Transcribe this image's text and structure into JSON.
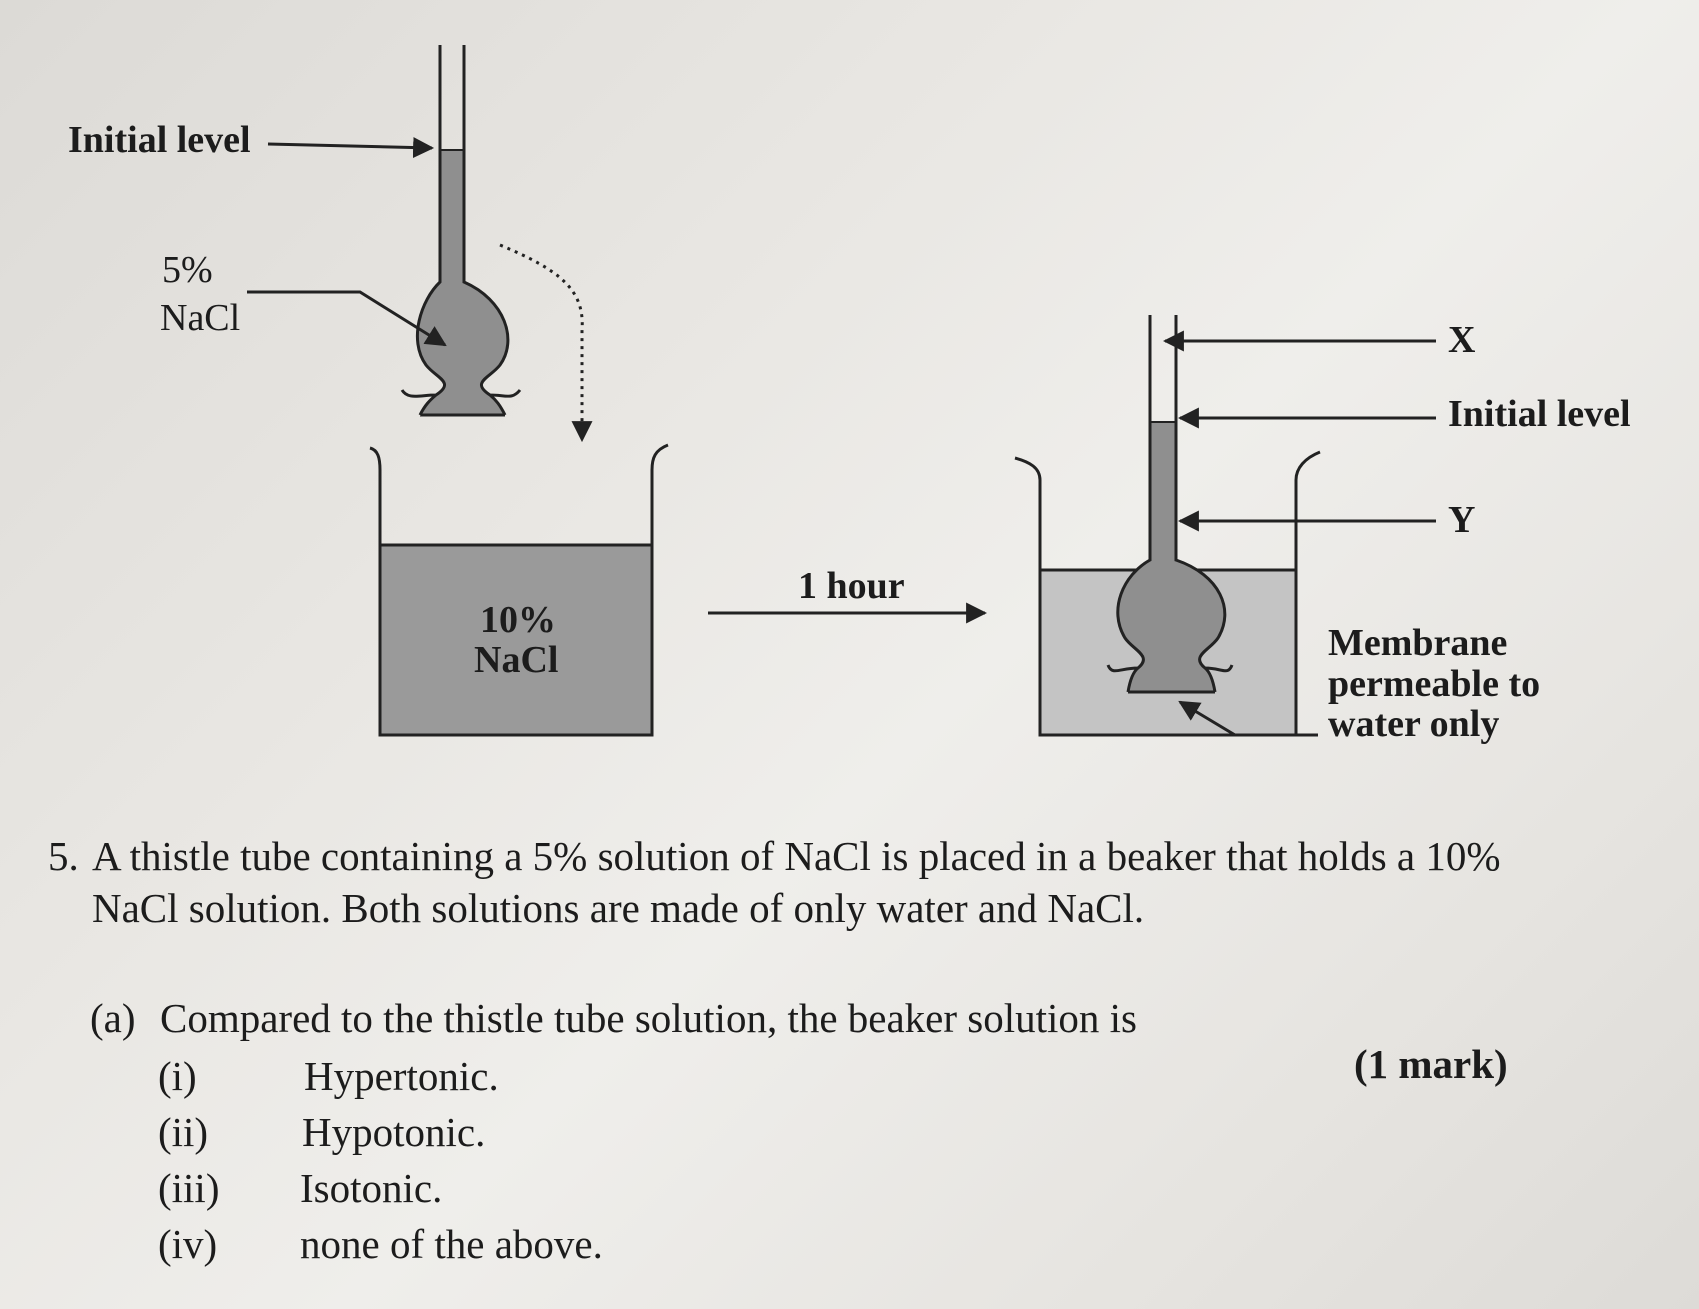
{
  "diagram": {
    "left": {
      "initial_level_label": "Initial level",
      "tube_solution_label_line1": "5%",
      "tube_solution_label_line2": "NaCl",
      "beaker_solution_label_line1": "10%",
      "beaker_solution_label_line2": "NaCl"
    },
    "arrow_label": "1 hour",
    "right": {
      "label_x": "X",
      "initial_level_label": "Initial level",
      "label_y": "Y",
      "membrane_label_line1": "Membrane",
      "membrane_label_line2": "permeable to",
      "membrane_label_line3": "water only"
    },
    "colors": {
      "tube_fill": "#8f8f8f",
      "beaker_fill_left": "#9a9a9a",
      "beaker_fill_right": "#c4c4c4",
      "line": "#222222"
    }
  },
  "question": {
    "number": "5.",
    "stem_line1": "A thistle tube containing a 5% solution of NaCl is placed in a beaker that holds a 10%",
    "stem_line2": "NaCl solution.  Both solutions are made of only water and NaCl.",
    "part_a": {
      "label": "(a)",
      "text": "Compared to the thistle tube solution, the beaker solution is",
      "marks": "(1 mark)",
      "options": [
        {
          "num": "(i)",
          "text": "Hypertonic."
        },
        {
          "num": "(ii)",
          "text": "Hypotonic."
        },
        {
          "num": "(iii)",
          "text": "Isotonic."
        },
        {
          "num": "(iv)",
          "text": "none of the above."
        }
      ]
    }
  }
}
